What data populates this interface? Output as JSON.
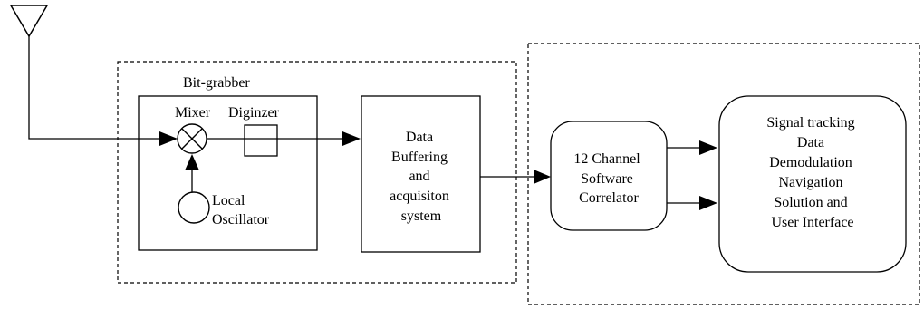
{
  "diagram": {
    "bitgrabber_title": "Bit-grabber",
    "mixer_label": "Mixer",
    "digitizer_label": "Diginzer",
    "local_osc_lines": [
      "Local",
      "Oscillator"
    ],
    "buffer_lines": [
      "Data",
      "Buffering",
      "and",
      "acquisiton",
      "system"
    ],
    "correlator_lines": [
      "12 Channel",
      "Software",
      "Correlator"
    ],
    "tracking_lines": [
      "Signal tracking",
      "Data",
      "Demodulation",
      "Navigation",
      "Solution and",
      "User Interface"
    ]
  }
}
